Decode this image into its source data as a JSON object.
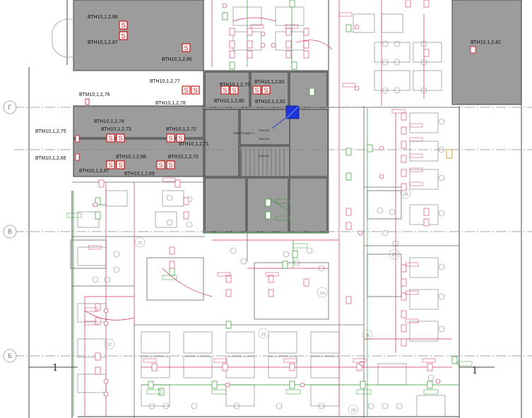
{
  "drawing": {
    "grid_axes": [
      "Г",
      "В",
      "Б"
    ],
    "section_marks": [
      "1",
      "1"
    ],
    "zone_label": "ВТН10,1,2,42",
    "center_note": "ЭЛЕКТРОЩИТ 2",
    "shaft_labels": [
      "150х100",
      "150х100",
      "150х100"
    ],
    "room_numbers": [
      "21",
      "22",
      "23",
      "24",
      "25",
      "26",
      "27",
      "28"
    ],
    "tags": [
      "ВТН10,1,2,88",
      "ВТН10,1,2,87",
      "ВТН10,1,2,86",
      "ВТН10,1,2,77",
      "ВТН10,1,2,79",
      "ВТН10,1,2,81",
      "ВТМ10,1,2,76",
      "ВТН10,1,2,78",
      "ВТН10,1,2,80",
      "ВТН10,1,2,82",
      "ВТН10,1,2,74",
      "ВТМ10,1,2,75",
      "ВТН10,1,2,73",
      "ВТН10,1,2,72",
      "ВТН10,1,2,71",
      "ВТМ10,1,2,66",
      "ВТН10,1,2,68",
      "ВТН10,1,2,70",
      "ВТН10,1,2,67",
      "ВТН10,1,2,69"
    ]
  },
  "colors": {
    "wall": "#555555",
    "wall_fill": "#9c9c9c",
    "wire": "#d0306a",
    "green": "#2e9a2e",
    "tag_red": "#d01818",
    "highlight": "#1c34d8"
  }
}
